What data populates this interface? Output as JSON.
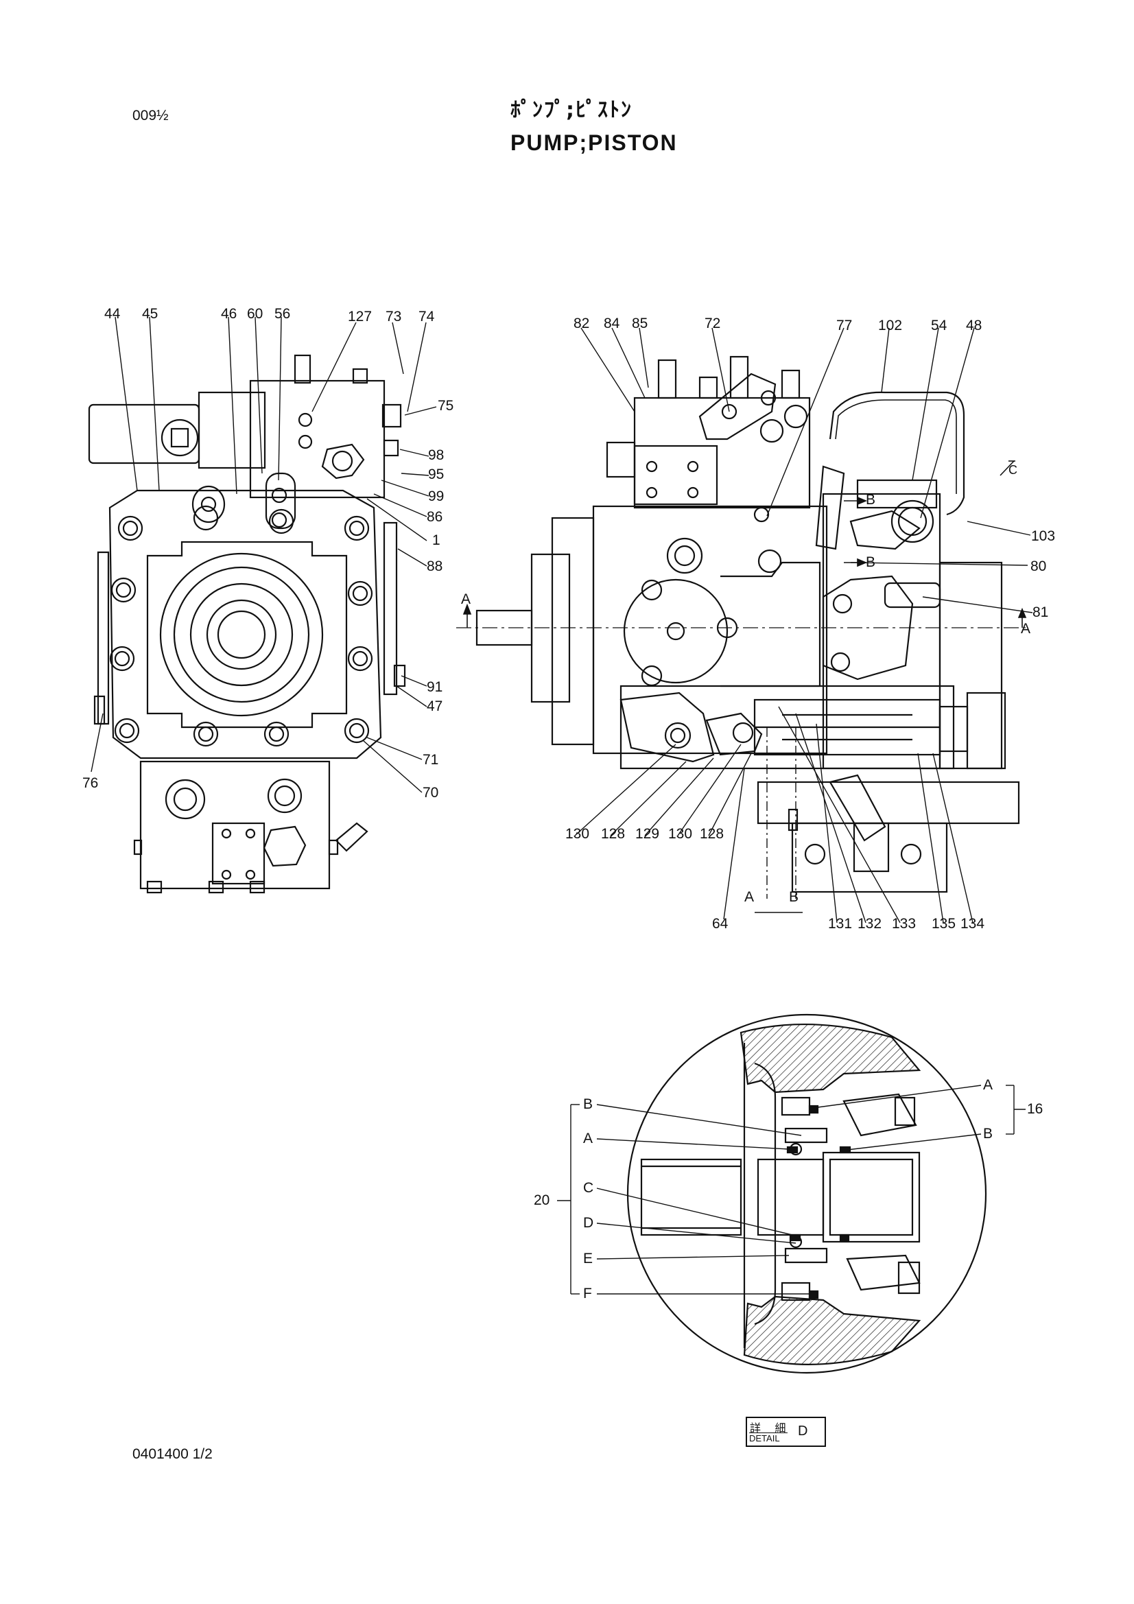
{
  "page": {
    "code": "009½",
    "title_jp": "ﾎﾟﾝﾌﾟ;ﾋﾟｽﾄﾝ",
    "title_en": "PUMP;PISTON",
    "doc_number": "0401400 1/2"
  },
  "left_view": {
    "callouts": [
      "44",
      "45",
      "46",
      "60",
      "56",
      "127",
      "73",
      "74",
      "75",
      "98",
      "95",
      "99",
      "86",
      "1",
      "88",
      "91",
      "47",
      "71",
      "70",
      "76"
    ]
  },
  "right_view": {
    "callouts": [
      "82",
      "84",
      "85",
      "72",
      "77",
      "102",
      "54",
      "48",
      "103",
      "80",
      "81",
      "130",
      "128",
      "129",
      "130",
      "128",
      "64",
      "131",
      "132",
      "133",
      "135",
      "134"
    ],
    "section_marks": [
      "A",
      "A",
      "B",
      "B",
      "A",
      "B",
      "C"
    ]
  },
  "detail_view": {
    "left_labels": [
      "B",
      "A",
      "C",
      "D",
      "E",
      "F"
    ],
    "left_group": "20",
    "right_labels": [
      "A",
      "B"
    ],
    "right_group": "16"
  },
  "detail_tag": {
    "jp": "詳 細",
    "en": "DETAIL",
    "letter": "D"
  }
}
